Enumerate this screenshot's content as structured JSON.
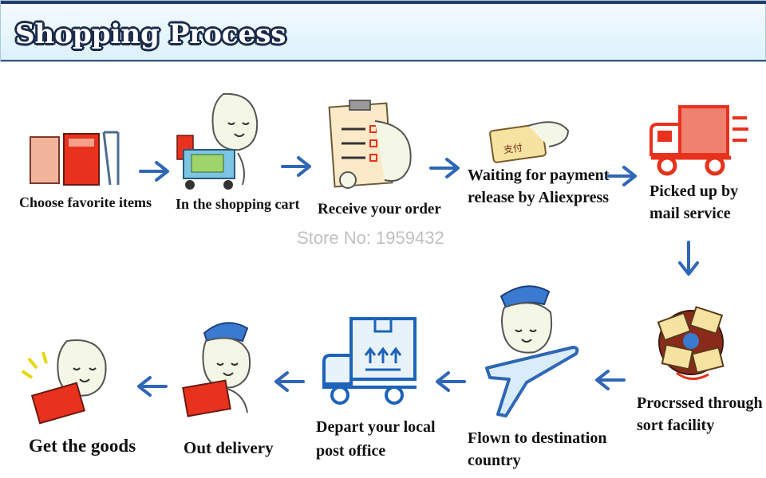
{
  "header": {
    "title": "Shopping Process"
  },
  "watermark": {
    "store": "Store No: 1959432"
  },
  "steps": [
    {
      "label": "Choose favorite items"
    },
    {
      "label": "In the shopping cart"
    },
    {
      "label": "Receive your order"
    },
    {
      "label1": "Waiting for payment",
      "label2": "release by Aliexpress"
    },
    {
      "label1": "Picked up by",
      "label2": "mail service"
    },
    {
      "label1": "Procrssed through",
      "label2": "sort facility"
    },
    {
      "label1": "Flown to destination",
      "label2": "country"
    },
    {
      "label1": "Depart your local",
      "label2": "post office"
    },
    {
      "label": "Out delivery"
    },
    {
      "label": "Get  the goods"
    }
  ],
  "payment_card_text": "支付",
  "colors": {
    "arrow": "#2f67b5",
    "red": "#e8321e",
    "blue": "#1d63b8",
    "header_dark": "#1f3f6e"
  }
}
